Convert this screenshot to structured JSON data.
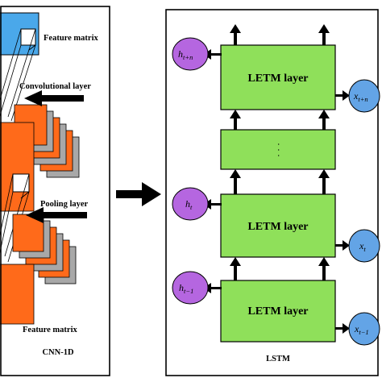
{
  "cnn": {
    "feature_matrix_top": "Feature matrix",
    "convolutional_layer": "Convolutional layer",
    "pooling_layer": "Pooling layer",
    "feature_matrix_bottom": "Feature matrix",
    "caption": "CNN-1D"
  },
  "lstm": {
    "caption": "LSTM",
    "layer_top": "LETM layer",
    "layer_mid": "LETM layer",
    "layer_bottom": "LETM layer",
    "ellipsis": "·  ·  ·",
    "hidden_top": {
      "base": "h",
      "sub": "t+n"
    },
    "hidden_mid": {
      "base": "h",
      "sub": "t"
    },
    "hidden_bottom": {
      "base": "h",
      "sub": "t−1"
    },
    "input_top": {
      "base": "x",
      "sub": "t+n"
    },
    "input_mid": {
      "base": "x",
      "sub": "t"
    },
    "input_bottom": {
      "base": "x",
      "sub": "t−1"
    }
  },
  "colors": {
    "letm_fill": "#8fe05a",
    "hidden_fill": "#b566e0",
    "input_fill": "#63a4e6",
    "orange_map": "#ff6a1a",
    "gray_map": "#a8a8a8",
    "feature_blue": "#4aa8ea"
  }
}
